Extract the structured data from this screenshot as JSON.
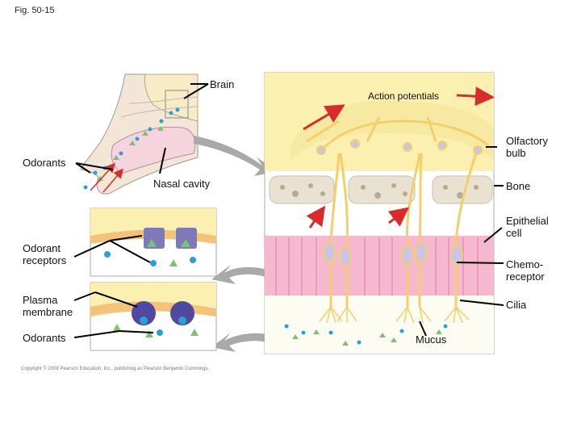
{
  "figure_label": "Fig. 50-15",
  "labels": {
    "brain": "Brain",
    "action_potentials": "Action potentials",
    "olfactory_bulb_line1": "Olfactory",
    "olfactory_bulb_line2": "bulb",
    "odorants_top": "Odorants",
    "nasal_cavity": "Nasal cavity",
    "bone": "Bone",
    "epithelial_cell_line1": "Epithelial",
    "epithelial_cell_line2": "cell",
    "odorant_receptors_line1": "Odorant",
    "odorant_receptors_line2": "receptors",
    "chemoreceptor_line1": "Chemo-",
    "chemoreceptor_line2": "receptor",
    "plasma_membrane_line1": "Plasma",
    "plasma_membrane_line2": "membrane",
    "cilia": "Cilia",
    "odorants_bottom": "Odorants",
    "mucus": "Mucus"
  },
  "copyright": "Copyright © 2008 Pearson Education, Inc., publishing as Pearson Benjamin Cummings.",
  "colors": {
    "bulb": "#fbf0b0",
    "neuron": "#f2cf6a",
    "bone": "#e9e2d3",
    "epithelium": "#f6b8cf",
    "membrane": "#f5c27a",
    "receptor": "#7c7ab8",
    "arrow_red": "#d92b2b",
    "arrow_gray": "#a9a9a9",
    "odorant_blue": "#2aa0d8",
    "odorant_green": "#7cc36a"
  }
}
